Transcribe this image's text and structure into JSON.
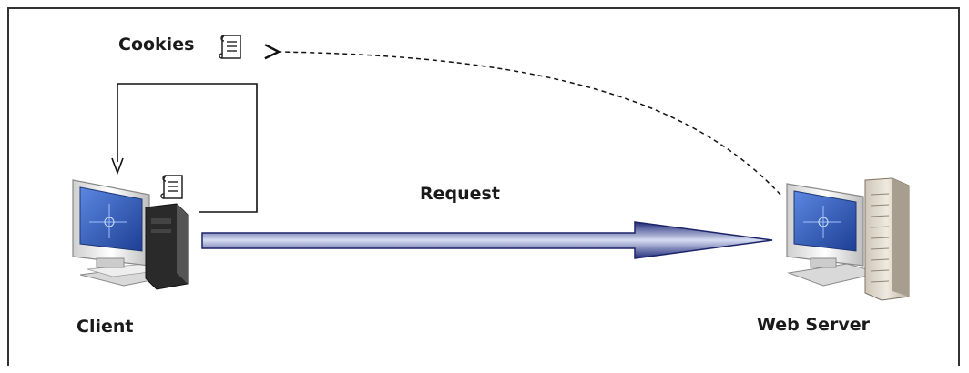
{
  "labels": {
    "cookies": "Cookies",
    "request": "Request",
    "client": "Client",
    "server": "Web Server"
  },
  "icons": {
    "cookie_scroll": "scroll-document-icon",
    "client_computer": "desktop-computer-icon",
    "server_computer": "server-tower-icon"
  },
  "colors": {
    "arrow_dark": "#1f2a78",
    "arrow_light": "#d6dcf2",
    "screen_blue": "#2d57b8",
    "line": "#111111"
  }
}
